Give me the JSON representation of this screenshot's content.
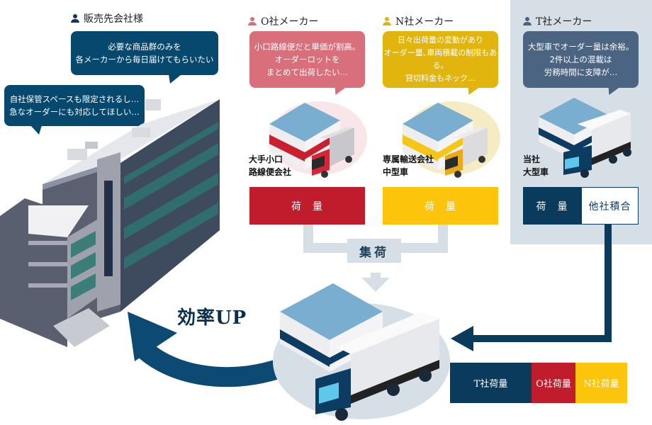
{
  "colors": {
    "navy": "#0a3a5c",
    "red": "#c01c2c",
    "gold": "#fcc40a",
    "pink_bubble": "#d96f7b",
    "gold_bubble": "#e2b40e",
    "slate_bubble": "#4a6482",
    "customer_bubble": "#07486e",
    "light_panel": "#d7dfe6"
  },
  "customer": {
    "title": "販売先会社様",
    "icon": "person-icon",
    "bubble_top": [
      "必要な商品群のみを",
      "各メーカーから毎日届けてもらいたい"
    ],
    "bubble_left": [
      "自社保管スペースも限定されるし…",
      "急なオーダーにも対応してほしい…"
    ]
  },
  "makers": [
    {
      "id": "o",
      "title": "O社メーカー",
      "icon": "person-icon",
      "bubble": [
        "小口路線便だと単価が割高。",
        "オーダーロットを",
        "まとめて出荷したい…"
      ],
      "caption": [
        "大手小口",
        "路線便会社"
      ],
      "volume_label": "荷　量"
    },
    {
      "id": "n",
      "title": "N社メーカー",
      "icon": "person-icon",
      "bubble": [
        "日々出荷量の変動があり",
        "オーダー量､車両積載の制限もある。",
        "貸切料金もネック…"
      ],
      "caption": [
        "専属輸送会社",
        "中型車"
      ],
      "volume_label": "荷　量"
    },
    {
      "id": "t",
      "title": "T社メーカー",
      "icon": "person-icon",
      "bubble": [
        "大型車でオーダー量は余裕。",
        "2件以上の混載は",
        "労務時間に支障が…"
      ],
      "caption": [
        "当社",
        "大型車"
      ],
      "volume_label": "荷　量",
      "other_label": "他社積合"
    }
  ],
  "collection_label": "集荷",
  "efficiency_label": "効率UP",
  "combined_load": [
    {
      "label": "T社荷量",
      "color": "#0a3a5c"
    },
    {
      "label": "O社荷量",
      "color": "#c01c2c"
    },
    {
      "label": "N社荷量",
      "color": "#fcc40a"
    }
  ]
}
